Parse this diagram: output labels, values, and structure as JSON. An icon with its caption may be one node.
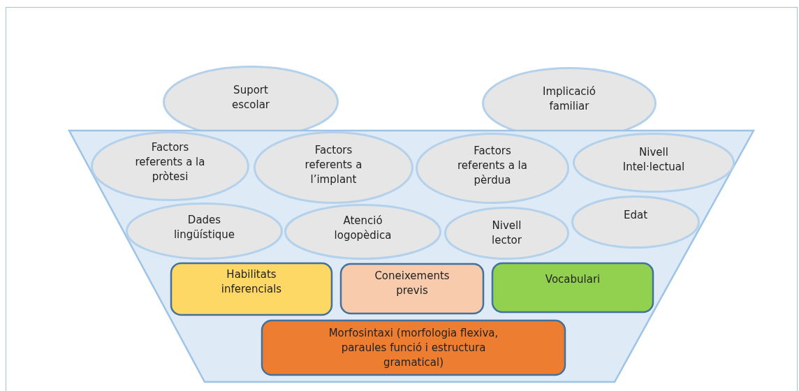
{
  "diagram": {
    "nodes": [
      {
        "text": [
          "Suport escolar"
        ]
      },
      {
        "text": [
          "Implicació familiar"
        ]
      },
      {
        "text": [],
        "shape": "funnel"
      },
      {
        "text": [
          "Factors referents a la  pròtesi"
        ],
        "in": 2
      },
      {
        "text": [
          "Factors referents a l’implant"
        ],
        "in": 2
      },
      {
        "text": [
          "Factors referents a la pèrdua"
        ],
        "in": 2
      },
      {
        "text": [
          "Nivell Intel·lectual"
        ],
        "in": 2
      },
      {
        "text": [
          "Dades lingüístique"
        ],
        "in": 2
      },
      {
        "text": [
          "Atenció logopèdica"
        ],
        "in": 2
      },
      {
        "text": [
          "Nivell lector"
        ],
        "in": 2
      },
      {
        "text": [
          "Edat"
        ],
        "in": 2
      },
      {
        "text": [
          "Habilitats inferencials"
        ],
        "in": 2
      },
      {
        "text": [
          "Coneixements previs"
        ],
        "in": 2
      },
      {
        "text": [
          "Vocabulari"
        ],
        "in": 2
      },
      {
        "text": [
          "Morfosintaxi (morfologia flexiva, paraules funció i estructura gramatical)"
        ],
        "in": 2
      }
    ]
  }
}
